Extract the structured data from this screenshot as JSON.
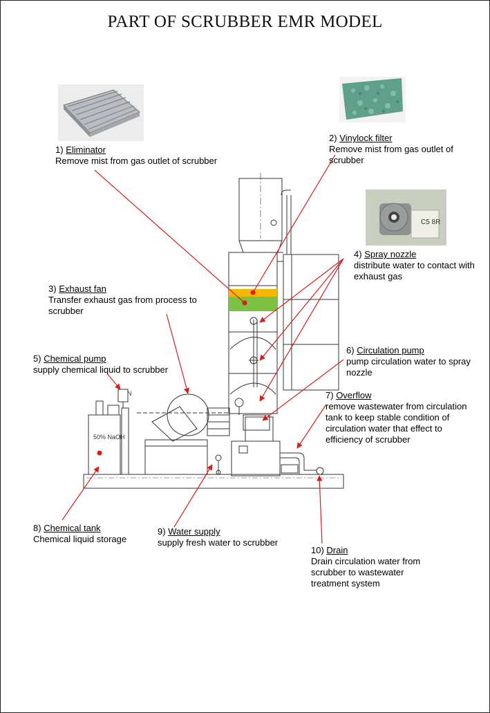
{
  "title": "PART OF SCRUBBER EMR MODEL",
  "components": [
    {
      "num": "1)",
      "name": "Eliminator",
      "desc": "Remove mist from  gas outlet of scrubber"
    },
    {
      "num": "2)",
      "name": "Vinylock filter",
      "desc": "Remove mist from  gas outlet of scrubber"
    },
    {
      "num": "3)",
      "name": "Exhaust fan",
      "desc": "Transfer  exhaust gas from process to scrubber"
    },
    {
      "num": "4)",
      "name": "Spray nozzle",
      "desc": "distribute water to contact with exhaust gas"
    },
    {
      "num": "5)",
      "name": "Chemical  pump",
      "desc": "supply chemical liquid to scrubber"
    },
    {
      "num": "6)",
      "name": "Circulation pump",
      "desc": "pump circulation water to spray nozzle"
    },
    {
      "num": "7)",
      "name": "Overflow",
      "desc": "remove wastewater from circulation tank to  keep stable condition of circulation water that effect to efficiency of scrubber"
    },
    {
      "num": "8)",
      "name": "Chemical tank",
      "desc": "Chemical liquid storage"
    },
    {
      "num": "9)",
      "name": "Water supply",
      "desc": "supply fresh water to scrubber"
    },
    {
      "num": "10)",
      "name": "Drain",
      "desc": "Drain circulation water from scrubber to wastewater treatment  system"
    }
  ],
  "drawing_text": {
    "tank": "50% NaOH",
    "pump_mark": "N",
    "nozzle_note": "C5 8R"
  },
  "colors": {
    "arrow": "#d91c1c",
    "dot": "#e01818",
    "eliminator_band": "#f5b700",
    "filter_band": "#7cc242",
    "line": "#333333"
  }
}
